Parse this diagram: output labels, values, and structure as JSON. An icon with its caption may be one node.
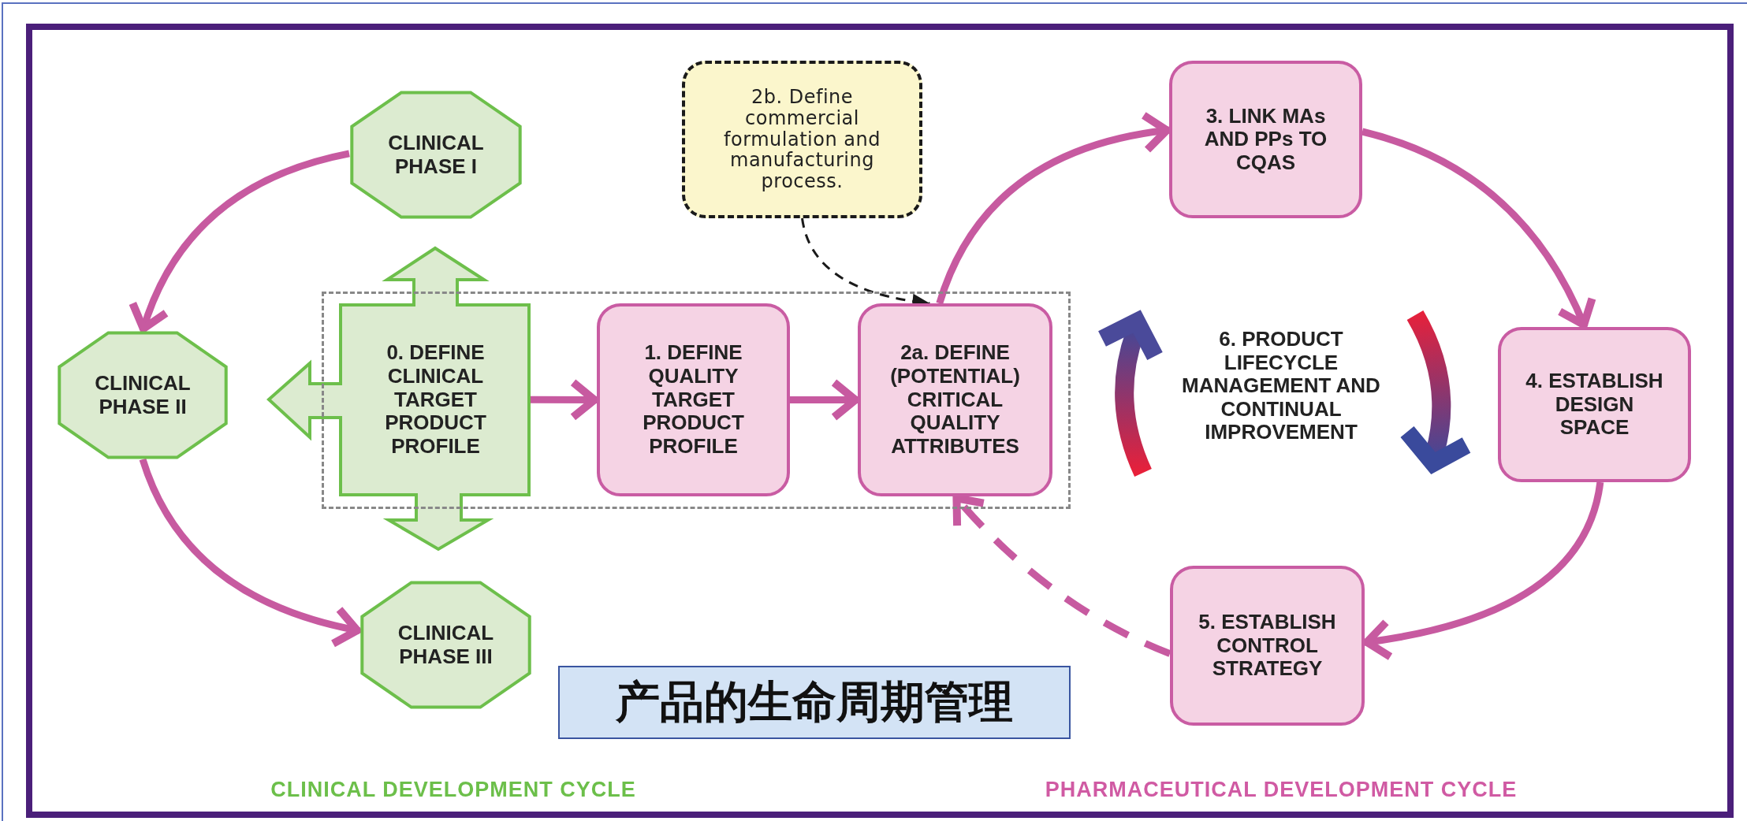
{
  "diagram": {
    "nodes": [
      {
        "text": [
          "CLINICAL PHASE I"
        ]
      },
      {
        "text": [
          "CLINICAL PHASE II"
        ]
      },
      {
        "text": [],
        "shape": "box"
      },
      {
        "text": [
          "0. DEFINE CLINICAL TARGET PRODUCT PROFILE"
        ]
      },
      {
        "text": [
          "1. DEFINE QUALITY TARGET PRODUCT PROFILE"
        ],
        "in": 2
      },
      {
        "text": [
          "2a. DEFINE (POTENTIAL) CRITICAL QUALITY ATTRIBUTES"
        ],
        "in": 2
      },
      {
        "text": [
          "2b. Define commercial formulation and manufacturing process."
        ]
      },
      {
        "text": [
          "3. LINK MAs AND PPs TO CQAS"
        ]
      },
      {
        "text": [
          "4. ESTABLISH DESIGN SPACE"
        ]
      },
      {
        "text": [
          "5. ESTABLISH CONTROL STRATEGY"
        ]
      },
      {
        "text": [
          "CLINICAL PHASE III"
        ]
      },
      {
        "text": [
          "产品的生命周期管理"
        ]
      }
    ],
    "edges": [
      {
        "from": 0,
        "to": 1,
        "arrow": "to"
      },
      {
        "from": 1,
        "to": 10,
        "arrow": "to"
      },
      {
        "from": 3,
        "to": 4,
        "arrow": "to"
      },
      {
        "from": 4,
        "to": 5,
        "arrow": "to"
      },
      {
        "from": 6,
        "to": 5,
        "arrow": "to",
        "style": "dashed",
        "color": "#1a1a1a"
      },
      {
        "from": 5,
        "to": 7,
        "arrow": "to"
      },
      {
        "from": 7,
        "to": 8,
        "arrow": "to"
      },
      {
        "from": 8,
        "to": 9,
        "arrow": "to"
      },
      {
        "from": 9,
        "to": 5,
        "arrow": "to",
        "style": "dashed"
      }
    ],
    "labels": [
      "6. PRODUCT LIFECYCLE MANAGEMENT AND CONTINUAL IMPROVEMENT",
      "CLINICAL DEVELOPMENT CYCLE",
      "PHARMACEUTICAL DEVELOPMENT CYCLE"
    ]
  }
}
